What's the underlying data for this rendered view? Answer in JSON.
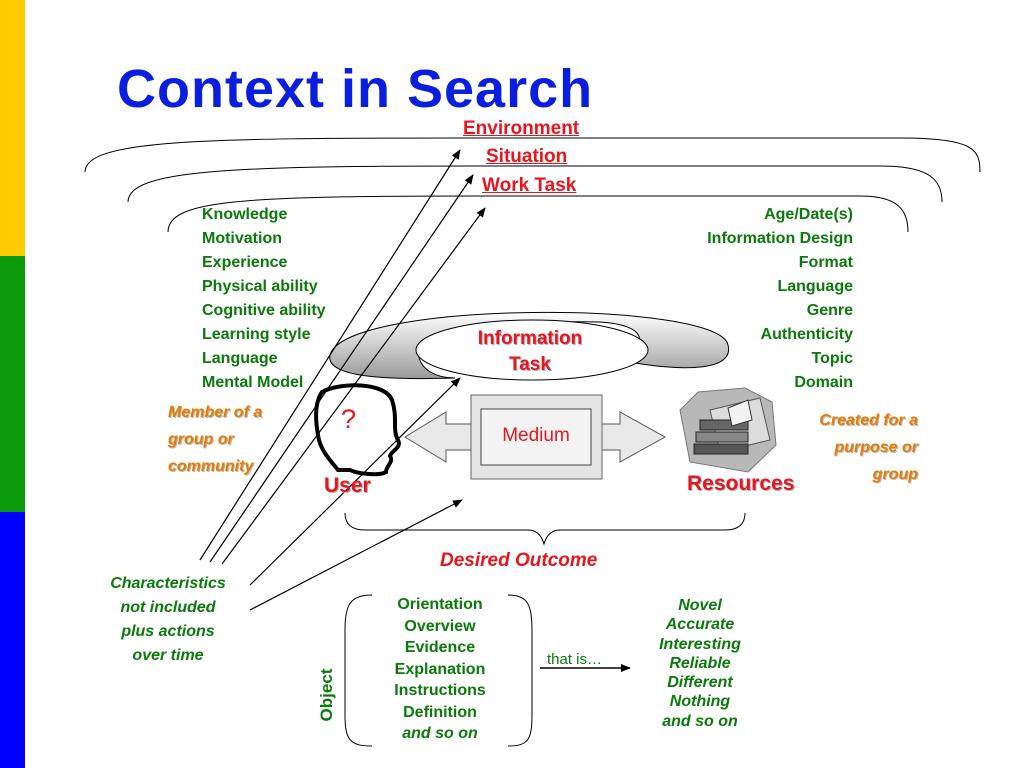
{
  "title": "Context in Search",
  "colors": {
    "title": "#0a1ee0",
    "red": "#e8141e",
    "green": "#0a7a0a",
    "orange": "#e87a00",
    "bar_yellow": "#ffcc00",
    "bar_green": "#0a9a0a",
    "bar_blue": "#0000ff"
  },
  "context_layers": {
    "environment": "Environment",
    "situation": "Situation",
    "work_task": "Work Task"
  },
  "user_attributes": [
    "Knowledge",
    "Motivation",
    "Experience",
    "Physical ability",
    "Cognitive ability",
    "Learning style",
    "Language",
    "Mental Model"
  ],
  "resource_attributes": [
    "Age/Date(s)",
    "Information Design",
    "Format",
    "Language",
    "Genre",
    "Authenticity",
    "Topic",
    "Domain"
  ],
  "information_task": {
    "line1": "Information",
    "line2": "Task"
  },
  "user": {
    "label": "User",
    "symbol": "?",
    "member_note": [
      "Member of a",
      "group or",
      "community"
    ]
  },
  "medium": "Medium",
  "resources": {
    "label": "Resources",
    "created_note": [
      "Created for a",
      "purpose or",
      "group"
    ]
  },
  "desired_outcome": "Desired Outcome",
  "characteristics_note": [
    "Characteristics",
    "not included",
    "plus actions",
    "over time"
  ],
  "object": {
    "label": "Object",
    "items": [
      "Orientation",
      "Overview",
      "Evidence",
      "Explanation",
      "Instructions",
      "Definition"
    ],
    "more": "and so on"
  },
  "that_is": "that is…",
  "qualities": [
    "Novel",
    "Accurate",
    "Interesting",
    "Reliable",
    "Different",
    "Nothing",
    "and so on"
  ],
  "icons": {
    "user": "head-silhouette-icon",
    "resources": "books-computer-icon"
  }
}
